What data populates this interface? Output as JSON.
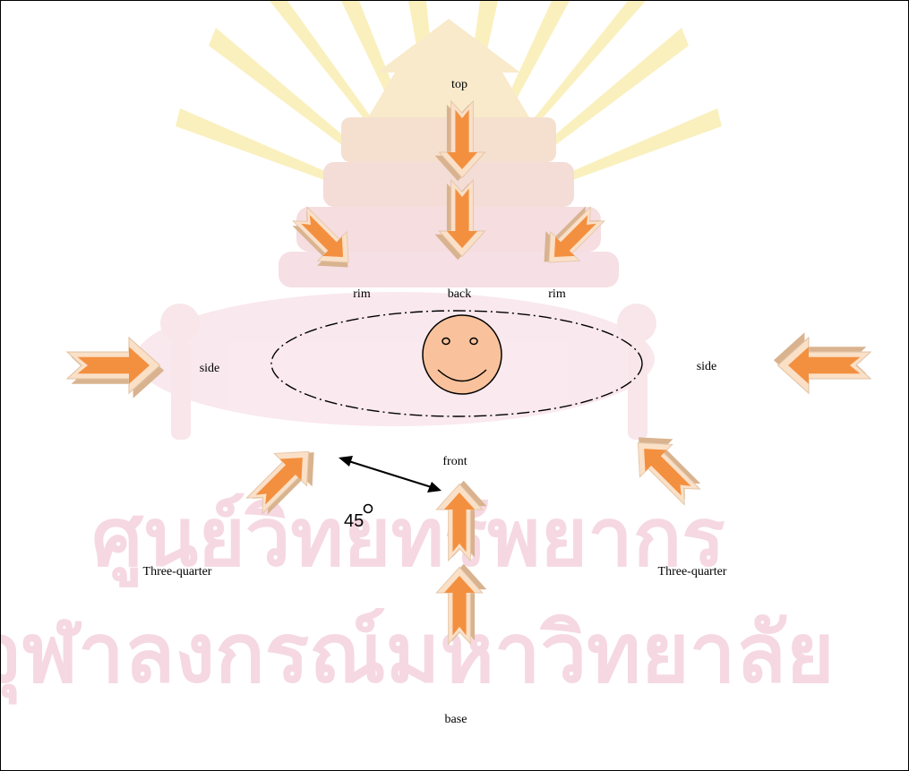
{
  "diagram": {
    "labels": {
      "top": "top",
      "back": "back",
      "rim_left": "rim",
      "rim_right": "rim",
      "side_left": "side",
      "side_right": "side",
      "front": "front",
      "three_quarter_left": "Three-quarter",
      "three_quarter_right": "Three-quarter",
      "base": "base",
      "angle": "45"
    }
  },
  "watermark": {
    "line1": "ศูนย์วิทยทรัพยากร",
    "line2": "จุฬาลงกรณ์มหาวิทยาลัย"
  },
  "colors": {
    "arrow_fill": "#f39040",
    "arrow_inner": "#fbe0c8",
    "arrow_shadow": "#d9b38f",
    "face_fill": "#f9c29c",
    "watermark_pink": "#f2c8d6",
    "watermark_gold": "#f7e48a"
  },
  "icons": {
    "light_direction": "block-arrow-icon",
    "subject": "smiley-face-icon",
    "crest": "university-crest-icon"
  }
}
